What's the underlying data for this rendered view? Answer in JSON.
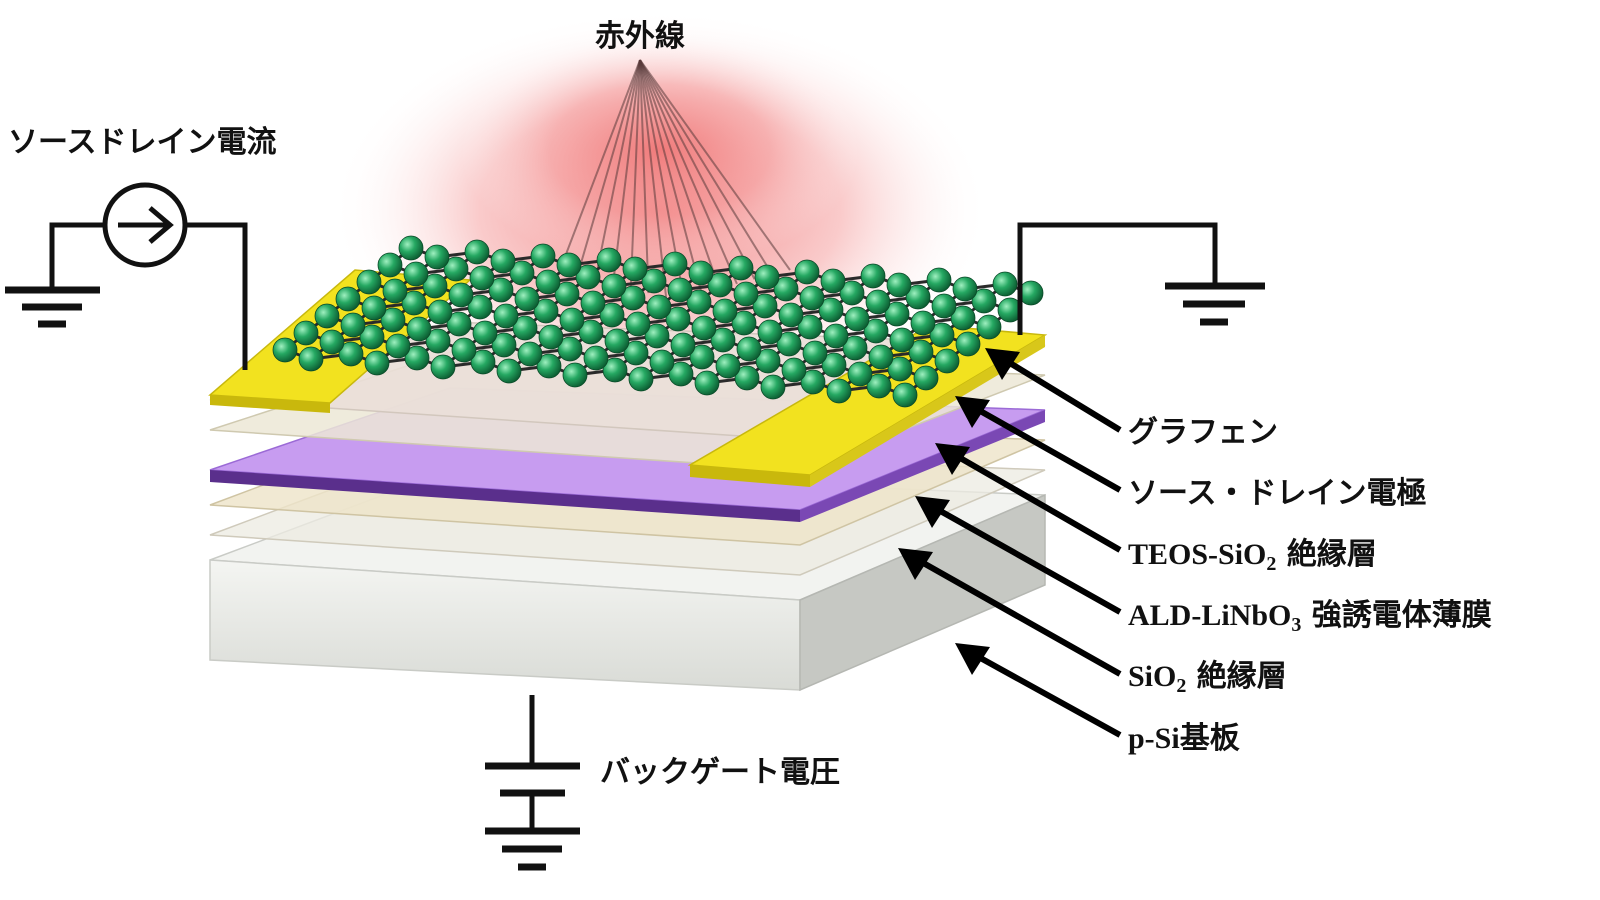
{
  "labels": {
    "infrared": "赤外線",
    "source_drain_current": "ソースドレイン電流",
    "back_gate_voltage": "バックゲート電圧"
  },
  "layers": [
    {
      "name": "graphene",
      "text": "グラフェン"
    },
    {
      "name": "electrode",
      "text": "ソース・ドレイン電極"
    },
    {
      "name": "teos",
      "prefix": "TEOS-SiO",
      "sub": "2",
      "suffix": " 絶縁層"
    },
    {
      "name": "linbo3",
      "prefix": "ALD-LiNbO",
      "sub": "3",
      "suffix": " 強誘電体薄膜"
    },
    {
      "name": "sio2",
      "prefix": "SiO",
      "sub": "2",
      "suffix": " 絶縁層"
    },
    {
      "name": "substrate",
      "prefix": "p-Si",
      "sub": "",
      "suffix": "基板"
    }
  ],
  "colors": {
    "infrared_glow": "#f08080",
    "electrode": "#f2e21f",
    "ferroelectric": "#b07ee8",
    "ferroelectric_edge": "#5a2f8c",
    "insulator": "#ece6d0",
    "substrate": "#e4e6e1",
    "atom": "#1e9a56",
    "bond": "#2a2a2a"
  },
  "icons": [
    "current-source-icon",
    "ground-icon",
    "battery-icon"
  ]
}
